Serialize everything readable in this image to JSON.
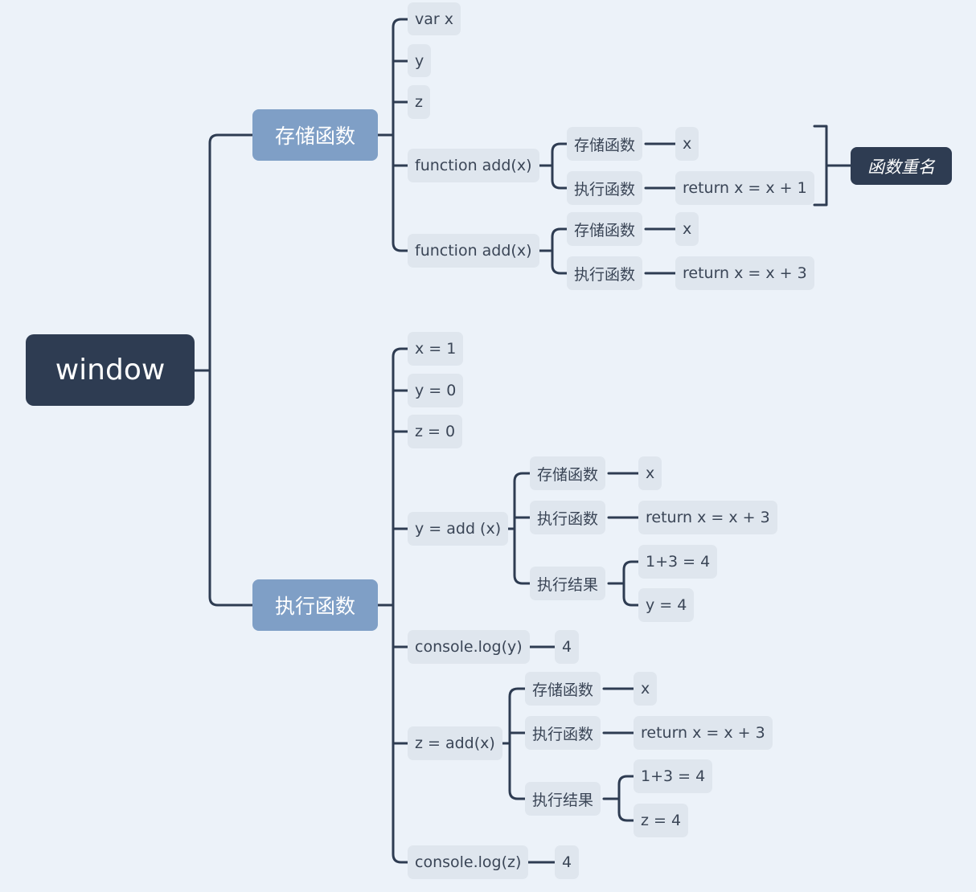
{
  "root": {
    "label": "window"
  },
  "store": {
    "label": "存储函数",
    "items": [
      "var x",
      "y",
      "z"
    ],
    "fn1": {
      "label": "function add(x)",
      "store_label": "存储函数",
      "store_value": "x",
      "exec_label": "执行函数",
      "exec_value": "return x = x + 1"
    },
    "fn2": {
      "label": "function add(x)",
      "store_label": "存储函数",
      "store_value": "x",
      "exec_label": "执行函数",
      "exec_value": "return x = x + 3"
    },
    "summary": "函数重名"
  },
  "exec": {
    "label": "执行函数",
    "assigns": [
      "x = 1",
      "y = 0",
      "z = 0"
    ],
    "call_y": {
      "label": "y = add (x)",
      "store_label": "存储函数",
      "store_value": "x",
      "exec_label": "执行函数",
      "exec_value": "return x = x + 3",
      "result_label": "执行结果",
      "result_items": [
        "1+3 = 4",
        "y = 4"
      ]
    },
    "log_y": {
      "label": "console.log(y)",
      "value": "4"
    },
    "call_z": {
      "label": "z = add(x)",
      "store_label": "存储函数",
      "store_value": "x",
      "exec_label": "执行函数",
      "exec_value": "return x = x + 3",
      "result_label": "执行结果",
      "result_items": [
        "1+3 = 4",
        "z = 4"
      ]
    },
    "log_z": {
      "label": "console.log(z)",
      "value": "4"
    }
  },
  "colors": {
    "background": "#ecf2f9",
    "root": "#2e3c52",
    "branch": "#7f9fc6",
    "leaf": "#dfe6ee",
    "line": "#2e3c52"
  }
}
